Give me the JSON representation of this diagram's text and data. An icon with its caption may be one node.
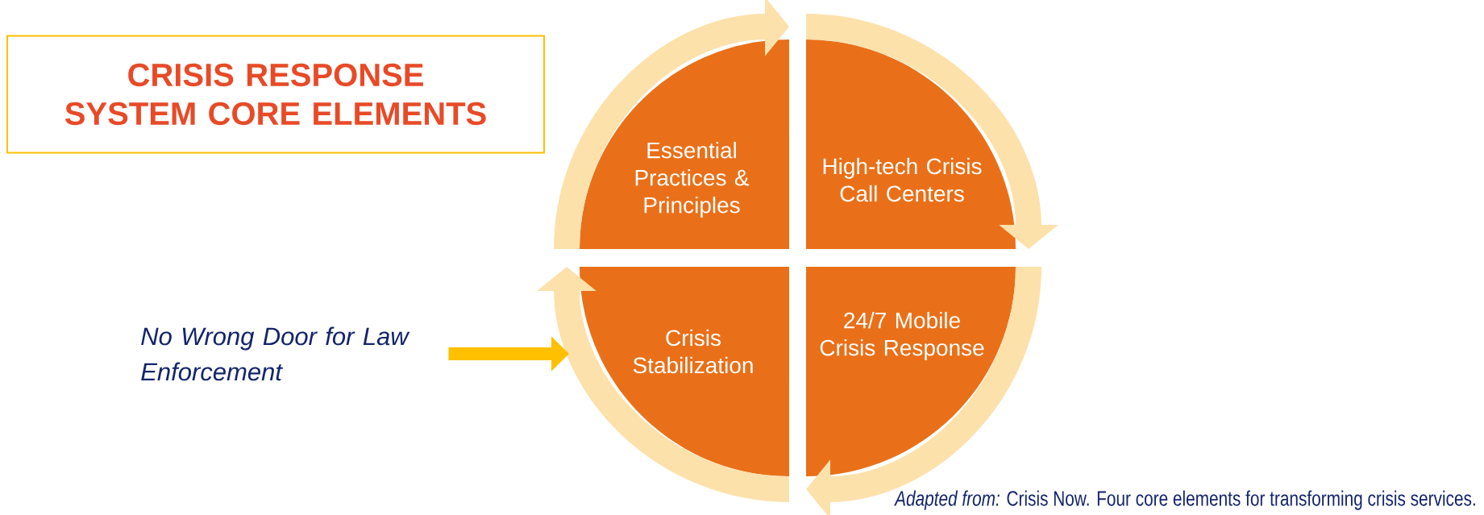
{
  "diagram": {
    "title": "CRISIS RESPONSE SYSTEM CORE ELEMENTS",
    "caption": "*Adapted from:* Crisis Now. Four core elements for transforming crisis services.",
    "nodes": [
      {
        "text": [
          "Essential Practices & Principles"
        ]
      },
      {
        "text": [
          "High-tech Crisis Call Centers"
        ]
      },
      {
        "text": [
          "Crisis Stabilization"
        ]
      },
      {
        "text": [
          "24/7 Mobile Crisis Response"
        ]
      },
      {
        "text": [
          "No Wrong Door for Law Enforcement"
        ]
      }
    ],
    "edges": [
      {
        "from": 0,
        "to": 1,
        "arrow": "to"
      },
      {
        "from": 1,
        "to": 3,
        "arrow": "to"
      },
      {
        "from": 3,
        "to": 2,
        "arrow": "to"
      },
      {
        "from": 2,
        "to": 0,
        "arrow": "to"
      },
      {
        "from": 4,
        "to": 2,
        "arrow": "to",
        "color": "#ffc000"
      }
    ]
  }
}
